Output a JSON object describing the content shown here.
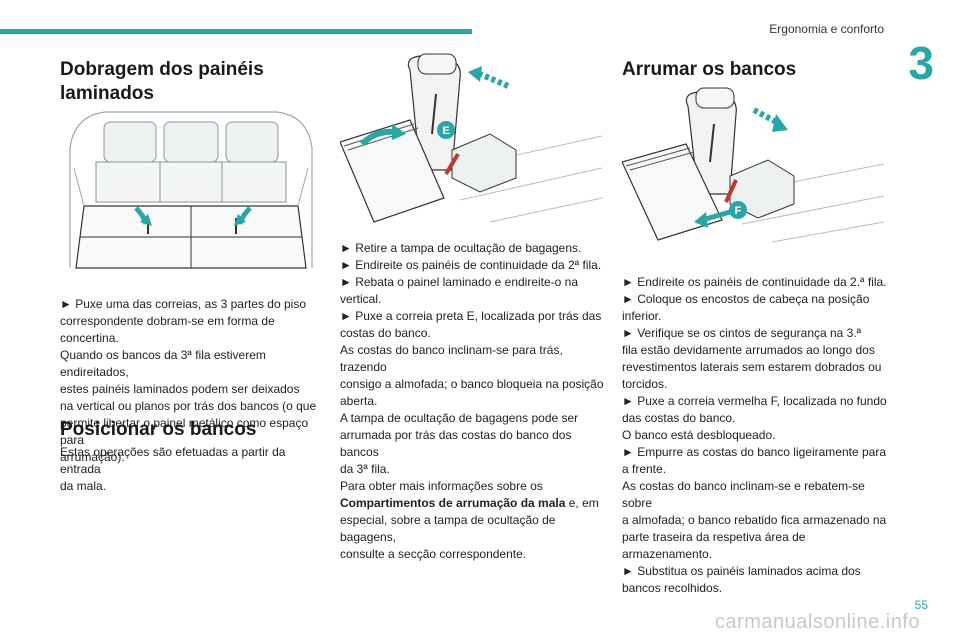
{
  "header": {
    "section_title": "Ergonomia e conforto",
    "chapter_number": "3",
    "accent_color": "#2aa6a6"
  },
  "col1": {
    "heading1": "Dobragem dos painéis laminados",
    "para1": [
      "► Puxe uma das correias, as 3 partes do piso",
      "correspondente dobram-se em forma de concertina.",
      "Quando os bancos da 3ª fila estiverem endireitados,",
      "estes painéis laminados podem ser deixados",
      "na vertical ou planos por trás dos bancos (o que",
      "permite libertar o painel metálico como espaço para",
      "arrumação)."
    ],
    "heading2": "Posicionar os bancos",
    "para2": [
      "Estas operações são efetuadas a partir da entrada",
      "da mala."
    ]
  },
  "col2": {
    "label_e": "E",
    "lines": [
      "► Retire a tampa de ocultação de bagagens.",
      "► Endireite os painéis de continuidade da 2ª fila.",
      "► Rebata o painel laminado e endireite-o na",
      "vertical.",
      "► Puxe a correia preta E, localizada por trás das",
      "costas do banco.",
      "As costas do banco inclinam-se para trás, trazendo",
      "consigo a almofada; o banco bloqueia na posição",
      "aberta.",
      "A tampa de ocultação de bagagens pode ser",
      "arrumada por trás das costas do banco dos bancos",
      "da 3ª fila.",
      "Para obter mais informações sobre os"
    ],
    "bold_ref": "Compartimentos de arrumação da mala",
    "bold_ref_tail": " e, em",
    "tail_lines": [
      "especial, sobre a tampa de ocultação de bagagens,",
      "consulte a secção correspondente."
    ]
  },
  "col3": {
    "heading": "Arrumar os bancos",
    "label_f": "F",
    "lines": [
      "► Endireite os painéis de continuidade da 2.ª fila.",
      "► Coloque os encostos de cabeça na posição",
      "inferior.",
      "► Verifique se os cintos de segurança na 3.ª",
      "fila estão devidamente arrumados ao longo dos",
      "revestimentos laterais sem estarem dobrados ou",
      "torcidos.",
      "► Puxe a correia vermelha F, localizada no fundo",
      "das costas do banco.",
      "O banco está desbloqueado.",
      "► Empurre as costas do banco ligeiramente para",
      "a frente.",
      "As costas do banco inclinam-se e rebatem-se sobre",
      "a almofada; o banco rebatido fica armazenado na",
      "parte traseira da respetiva área de armazenamento.",
      "► Substitua os painéis laminados acima dos",
      "bancos recolhidos."
    ]
  },
  "footer": {
    "page_number": "55",
    "watermark": "carmanualsonline.info"
  }
}
